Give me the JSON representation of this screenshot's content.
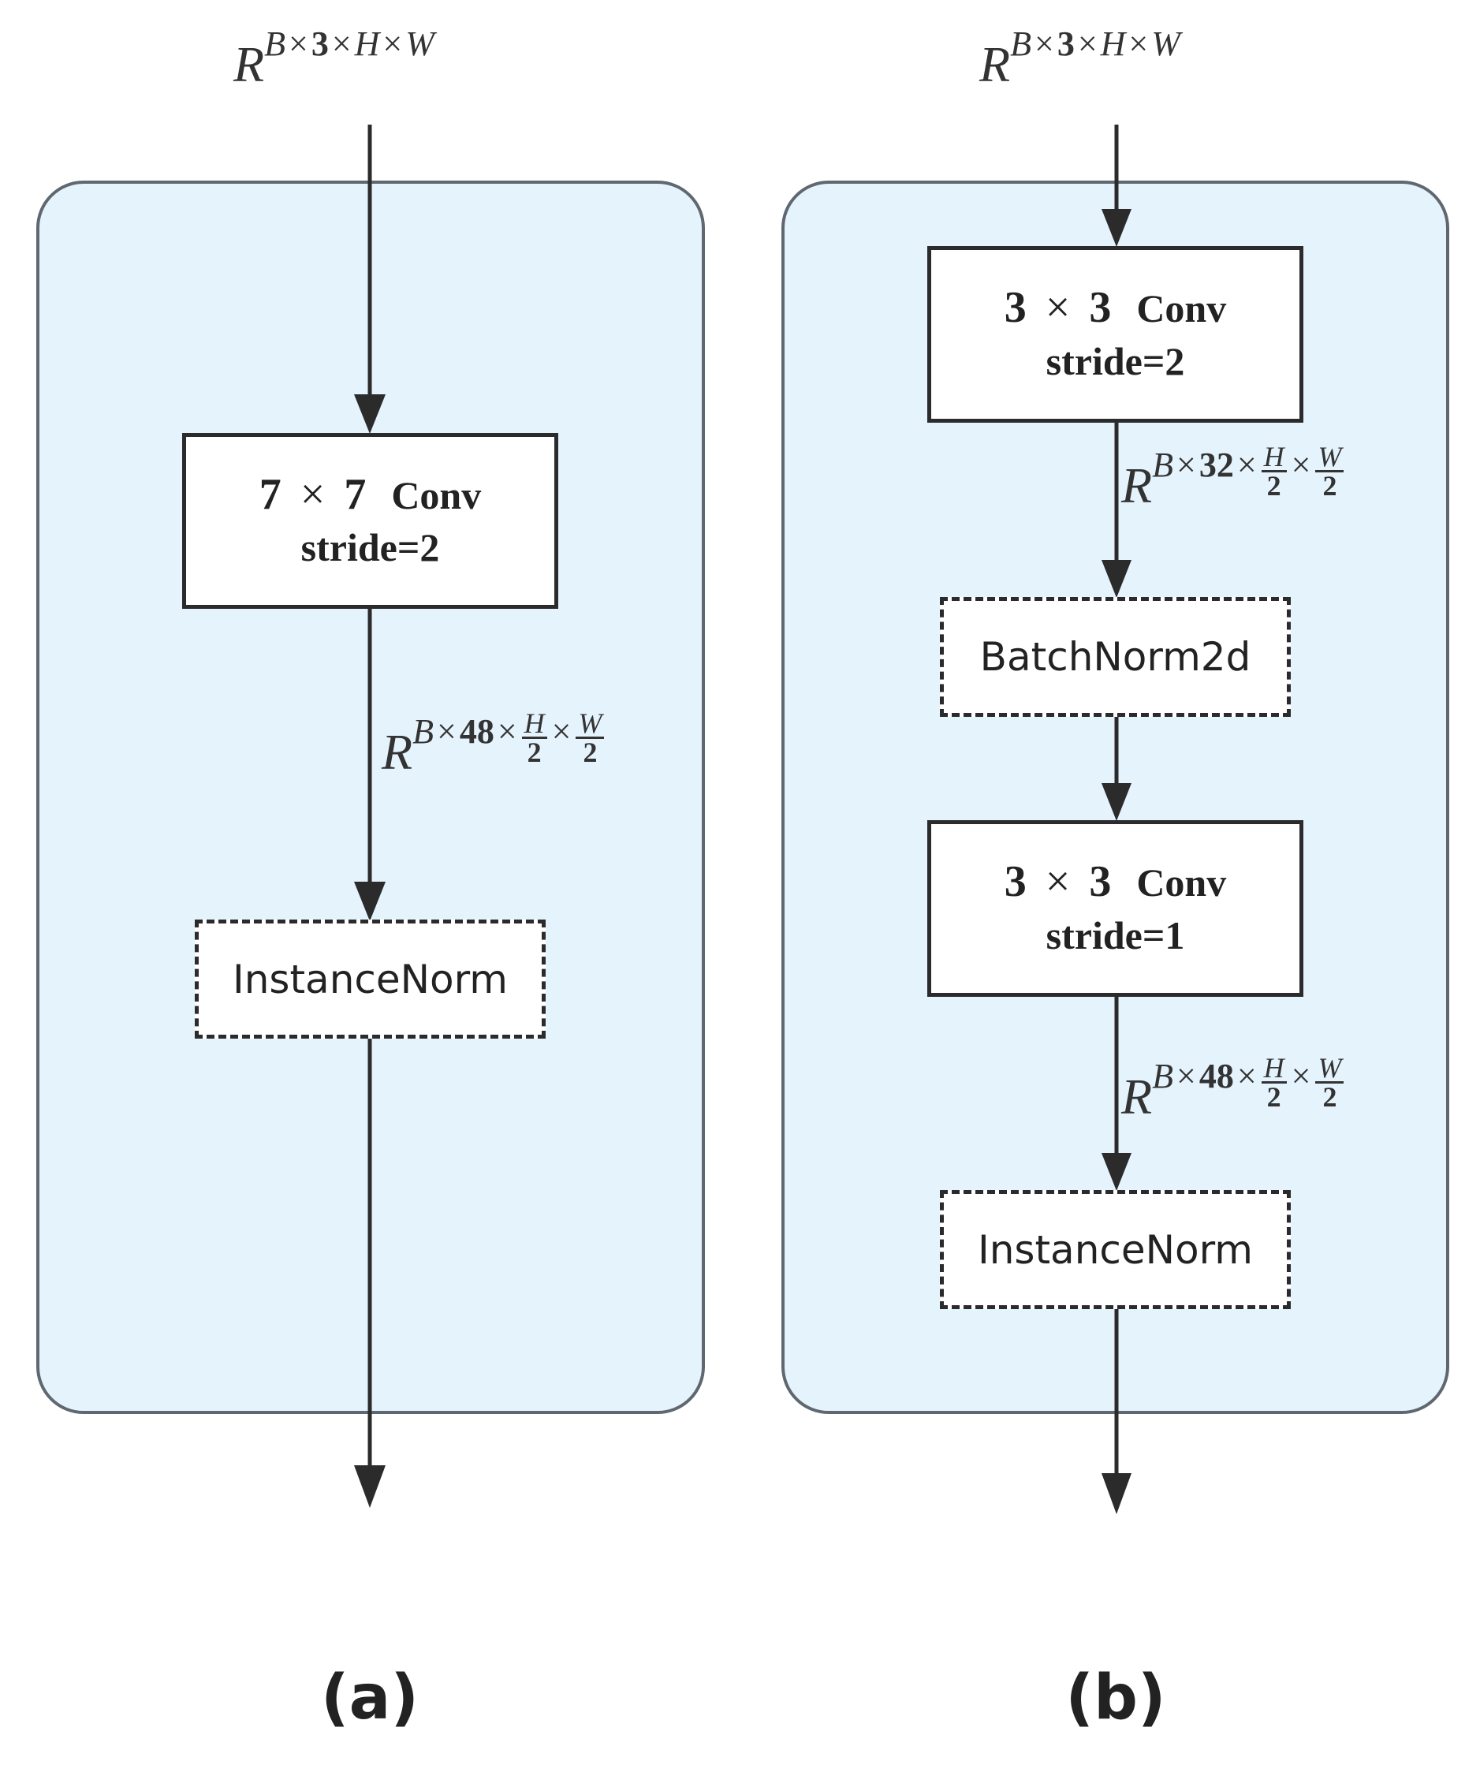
{
  "colors": {
    "panel_fill": "#e5f3fd",
    "panel_border": "#5f6870",
    "line": "#2b2b2b"
  },
  "panel_a": {
    "input_shape": {
      "base": "R",
      "sup": [
        "B",
        "×",
        "3",
        "×",
        "H",
        "×",
        "W"
      ]
    },
    "conv": {
      "k1": "7",
      "times": "×",
      "k2": "7",
      "word": "Conv",
      "stride": "stride=2"
    },
    "mid_shape": {
      "base": "R",
      "pre": [
        "B",
        "×",
        "48",
        "×"
      ],
      "frac1": {
        "num": "H",
        "den": "2"
      },
      "times": "×",
      "frac2": {
        "num": "W",
        "den": "2"
      }
    },
    "norm": "InstanceNorm",
    "caption": "(a)"
  },
  "panel_b": {
    "input_shape": {
      "base": "R",
      "sup": [
        "B",
        "×",
        "3",
        "×",
        "H",
        "×",
        "W"
      ]
    },
    "conv1": {
      "k1": "3",
      "times": "×",
      "k2": "3",
      "word": "Conv",
      "stride": "stride=2"
    },
    "shape1": {
      "base": "R",
      "pre": [
        "B",
        "×",
        "32",
        "×"
      ],
      "frac1": {
        "num": "H",
        "den": "2"
      },
      "times": "×",
      "frac2": {
        "num": "W",
        "den": "2"
      }
    },
    "norm1": "BatchNorm2d",
    "conv2": {
      "k1": "3",
      "times": "×",
      "k2": "3",
      "word": "Conv",
      "stride": "stride=1"
    },
    "shape2": {
      "base": "R",
      "pre": [
        "B",
        "×",
        "48",
        "×"
      ],
      "frac1": {
        "num": "H",
        "den": "2"
      },
      "times": "×",
      "frac2": {
        "num": "W",
        "den": "2"
      }
    },
    "norm2": "InstanceNorm",
    "caption": "(b)"
  }
}
